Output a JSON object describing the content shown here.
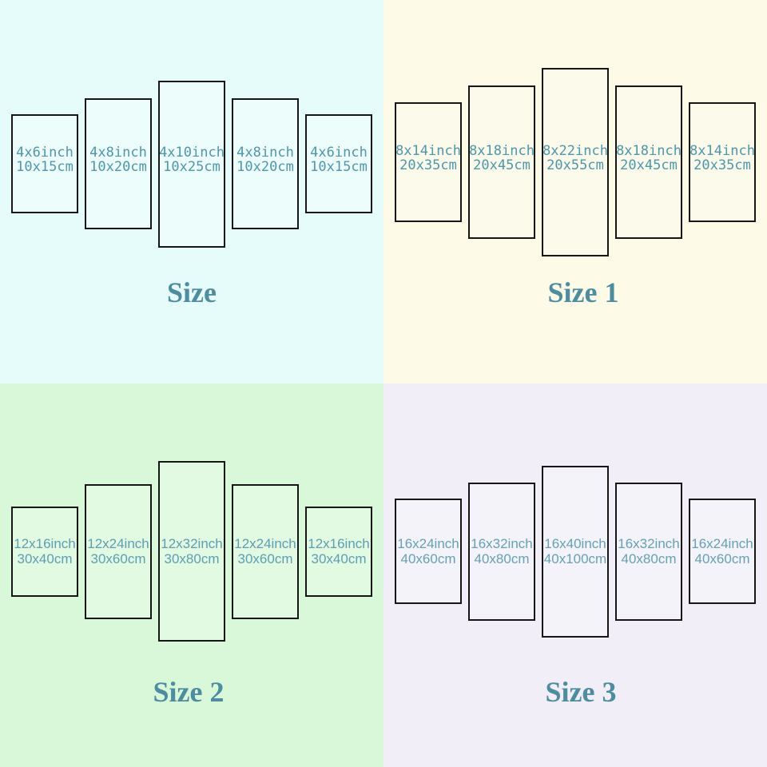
{
  "quadrants": [
    {
      "id": "size",
      "title": "Size",
      "background": "#e6fcfb",
      "panel_fill": "#edfdfc",
      "label_color": "#4f96aa",
      "title_color": "#4e8ca0",
      "panels": [
        {
          "inch": "4x6inch",
          "cm": "10x15cm"
        },
        {
          "inch": "4x8inch",
          "cm": "10x20cm"
        },
        {
          "inch": "4x10inch",
          "cm": "10x25cm"
        },
        {
          "inch": "4x8inch",
          "cm": "10x20cm"
        },
        {
          "inch": "4x6inch",
          "cm": "10x15cm"
        }
      ]
    },
    {
      "id": "size-1",
      "title": "Size 1",
      "background": "#fdfbe7",
      "panel_fill": "#fcfaeb",
      "label_color": "#4f96aa",
      "title_color": "#4e8ca0",
      "panels": [
        {
          "inch": "8x14inch",
          "cm": "20x35cm"
        },
        {
          "inch": "8x18inch",
          "cm": "20x45cm"
        },
        {
          "inch": "8x22inch",
          "cm": "20x55cm"
        },
        {
          "inch": "8x18inch",
          "cm": "20x45cm"
        },
        {
          "inch": "8x14inch",
          "cm": "20x35cm"
        }
      ]
    },
    {
      "id": "size-2",
      "title": "Size 2",
      "background": "#d9f8da",
      "panel_fill": "#e2fae2",
      "label_color": "#5d9eb2",
      "title_color": "#4e8ca0",
      "panels": [
        {
          "inch": "12x16inch",
          "cm": "30x40cm"
        },
        {
          "inch": "12x24inch",
          "cm": "30x60cm"
        },
        {
          "inch": "12x32inch",
          "cm": "30x80cm"
        },
        {
          "inch": "12x24inch",
          "cm": "30x60cm"
        },
        {
          "inch": "12x16inch",
          "cm": "30x40cm"
        }
      ]
    },
    {
      "id": "size-3",
      "title": "Size 3",
      "background": "#f1eef7",
      "panel_fill": "#f5f3fa",
      "label_color": "#65a0b5",
      "title_color": "#4e8ca0",
      "panels": [
        {
          "inch": "16x24inch",
          "cm": "40x60cm"
        },
        {
          "inch": "16x32inch",
          "cm": "40x80cm"
        },
        {
          "inch": "16x40inch",
          "cm": "40x100cm"
        },
        {
          "inch": "16x32inch",
          "cm": "40x80cm"
        },
        {
          "inch": "16x24inch",
          "cm": "40x60cm"
        }
      ]
    }
  ]
}
